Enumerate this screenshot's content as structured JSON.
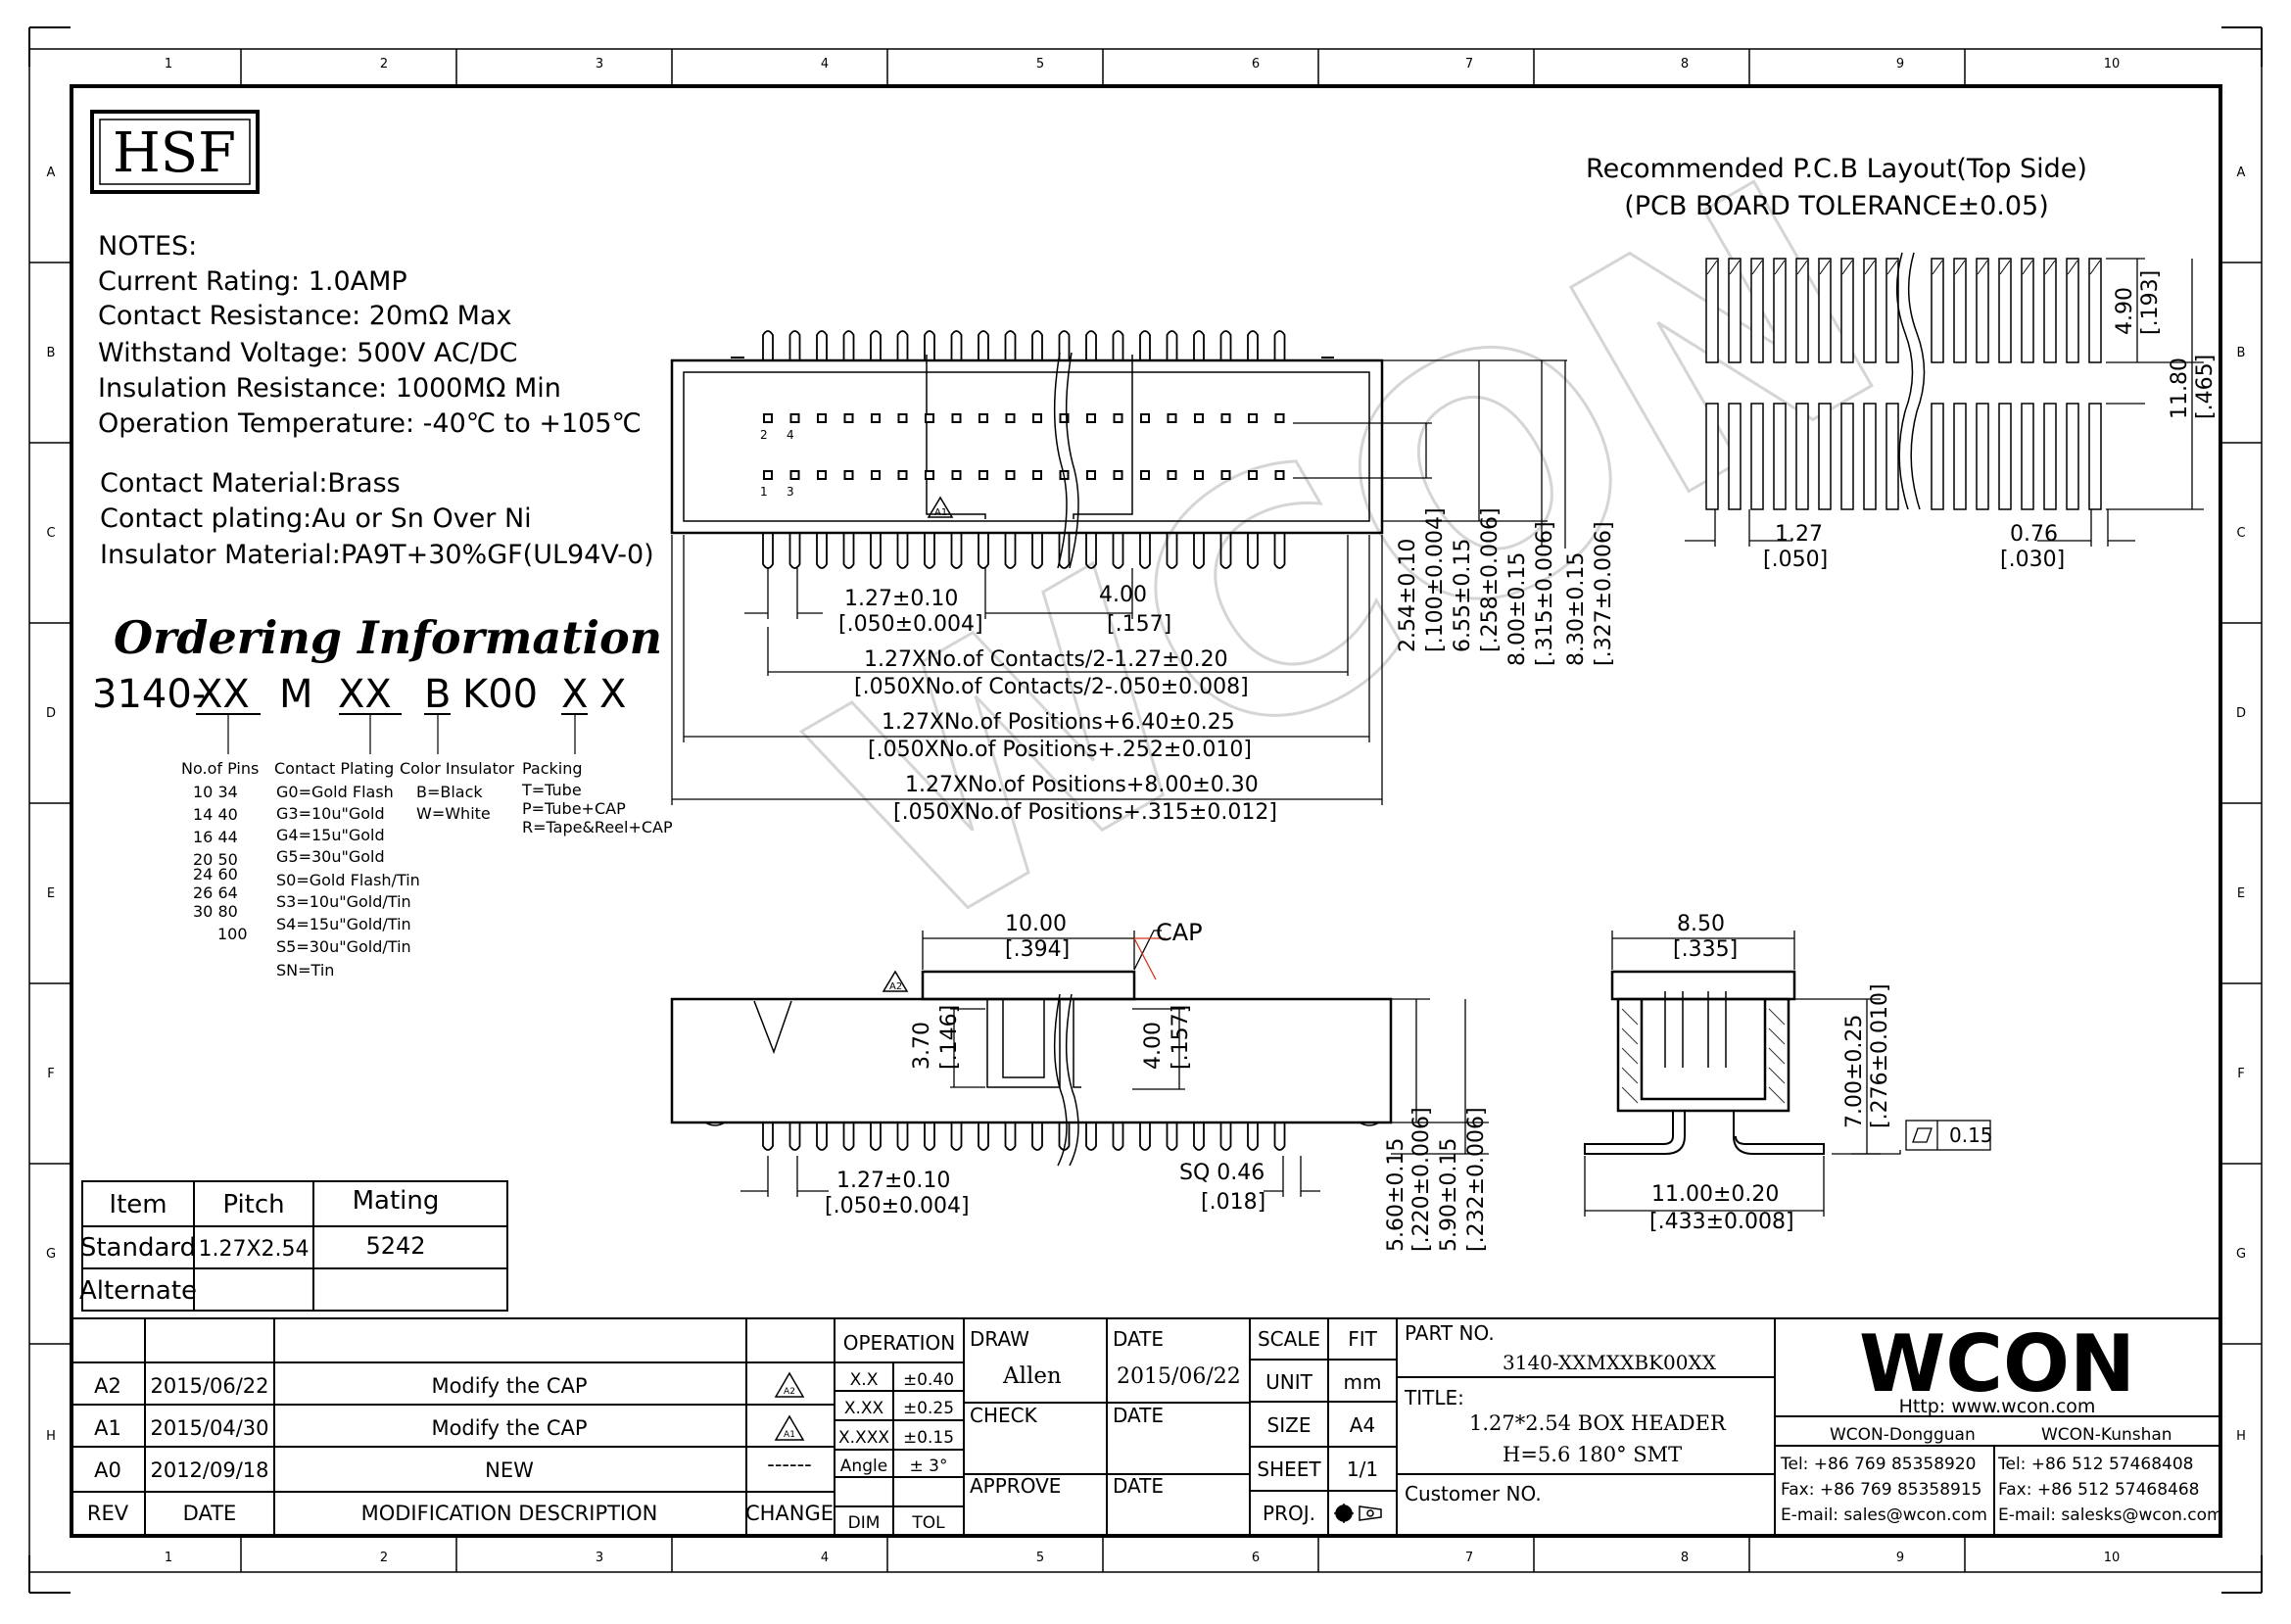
{
  "frame": {
    "columns": [
      "1",
      "2",
      "3",
      "4",
      "5",
      "6",
      "7",
      "8",
      "9",
      "10"
    ],
    "rows": [
      "A",
      "B",
      "C",
      "D",
      "E",
      "F",
      "G",
      "H"
    ]
  },
  "logo": "HSF",
  "notes": {
    "heading": "NOTES:",
    "lines": [
      "Current Rating: 1.0AMP",
      "Contact Resistance: 20mΩ Max",
      "Withstand Voltage: 500V AC/DC",
      "Insulation Resistance: 1000MΩ Min",
      "Operation Temperature: -40℃ to +105℃"
    ],
    "material_lines": [
      "Contact Material:Brass",
      "Contact plating:Au or Sn Over Ni",
      "Insulator Material:PA9T+30%GF(UL94V-0)"
    ]
  },
  "ordering": {
    "title": "Ordering Information",
    "code_parts": [
      "3140-",
      "XX",
      "M",
      "XX",
      "B",
      "K00",
      "X",
      "X"
    ],
    "pins": {
      "header": "No.of Pins",
      "values": [
        "10  34",
        "14  40",
        "16  44",
        "20  50",
        "24  60",
        "26  64",
        "30  80",
        "100"
      ]
    },
    "plating": {
      "header": "Contact Plating",
      "values": [
        "G0=Gold Flash",
        "G3=10u\"Gold",
        "G4=15u\"Gold",
        "G5=30u\"Gold",
        "S0=Gold Flash/Tin",
        "S3=10u\"Gold/Tin",
        "S4=15u\"Gold/Tin",
        "S5=30u\"Gold/Tin",
        "SN=Tin"
      ]
    },
    "color": {
      "header": "Color Insulator",
      "values": [
        "B=Black",
        "W=White"
      ]
    },
    "packing": {
      "header": "Packing",
      "values": [
        "T=Tube",
        "P=Tube+CAP",
        "R=Tape&Reel+CAP"
      ]
    }
  },
  "item_table": {
    "headers": [
      "Item",
      "Pitch",
      "Mating"
    ],
    "rows": [
      [
        "Standard",
        "1.27X2.54",
        "5242"
      ],
      [
        "Alternate",
        "",
        ""
      ]
    ]
  },
  "pcb_layout": {
    "title_line1": "Recommended P.C.B Layout(Top Side)",
    "title_line2": "(PCB BOARD TOLERANCE±0.05)",
    "dims": {
      "pad_len": "4.90",
      "pad_len_in": "[.193]",
      "span": "11.80",
      "span_in": "[.465]",
      "pitch": "1.27",
      "pitch_in": "[.050]",
      "pad_w": "0.76",
      "pad_w_in": "[.030]"
    }
  },
  "top_view": {
    "pin_labels": [
      "2",
      "4",
      "1",
      "3"
    ],
    "dims": {
      "pitch": "1.27±0.10",
      "pitch_in": "[.050±0.004]",
      "d400": "4.00",
      "d400_in": "[.157]",
      "contacts": "1.27XNo.of Contacts/2-1.27±0.20",
      "contacts_in": "[.050XNo.of Contacts/2-.050±0.008]",
      "positions640": "1.27XNo.of Positions+6.40±0.25",
      "positions640_in": "[.050XNo.of Positions+.252±0.010]",
      "positions800": "1.27XNo.of Positions+8.00±0.30",
      "positions800_in": "[.050XNo.of Positions+.315±0.012]",
      "v254": "2.54±0.10",
      "v254_in": "[.100±0.004]",
      "v655": "6.55±0.15",
      "v655_in": "[.258±0.006]",
      "v800": "8.00±0.15",
      "v800_in": "[.315±0.006]",
      "v830": "8.30±0.15",
      "v830_in": "[.327±0.006]"
    },
    "rev_mark": "A1"
  },
  "front_view": {
    "cap_label": "CAP",
    "rev_mark": "A2",
    "dims": {
      "d1000": "10.00",
      "d1000_in": "[.394]",
      "d370": "3.70",
      "d370_in": "[.146]",
      "d400": "4.00",
      "d400_in": "[.157]",
      "pitch": "1.27±0.10",
      "pitch_in": "[.050±0.004]",
      "sq": "SQ 0.46",
      "sq_in": "[.018]",
      "h560": "5.60±0.15",
      "h560_in": "[.220±0.006]",
      "h590": "5.90±0.15",
      "h590_in": "[.232±0.006]"
    }
  },
  "side_view": {
    "dims": {
      "w850": "8.50",
      "w850_in": "[.335]",
      "h700": "7.00±0.25",
      "h700_in": "[.276±0.010]",
      "w1100": "11.00±0.20",
      "w1100_in": "[.433±0.008]",
      "flatness": "0.15"
    }
  },
  "watermark": "WCON",
  "revision_block": {
    "rows": [
      {
        "rev": "A2",
        "date": "2015/06/22",
        "desc": "Modify the CAP",
        "mark": "A2"
      },
      {
        "rev": "A1",
        "date": "2015/04/30",
        "desc": "Modify the CAP",
        "mark": "A1"
      },
      {
        "rev": "A0",
        "date": "2012/09/18",
        "desc": "NEW",
        "mark": "------"
      }
    ],
    "headers": {
      "rev": "REV",
      "date": "DATE",
      "desc": "MODIFICATION  DESCRIPTION",
      "change": "CHANGE"
    }
  },
  "tolerance_block": {
    "title": "OPERATION",
    "rows": [
      [
        "X.X",
        "±0.40"
      ],
      [
        "X.XX",
        "±0.25"
      ],
      [
        "X.XXX",
        "±0.15"
      ],
      [
        "Angle",
        "± 3°"
      ]
    ],
    "footer": [
      "DIM",
      "TOL"
    ]
  },
  "approval": {
    "draw_label": "DRAW",
    "draw_name": "Allen",
    "date_label": "DATE",
    "date_value": "2015/06/22",
    "check_label": "CHECK",
    "approve_label": "APPROVE"
  },
  "scale_block": {
    "rows": [
      [
        "SCALE",
        "FIT"
      ],
      [
        "UNIT",
        "mm"
      ],
      [
        "SIZE",
        "A4"
      ],
      [
        "SHEET",
        "1/1"
      ],
      [
        "PROJ.",
        ""
      ]
    ]
  },
  "part_block": {
    "part_label": "PART  NO.",
    "part_no": "3140-XXMXXBK00XX",
    "title_label": "TITLE:",
    "title_line1": "1.27*2.54 BOX HEADER",
    "title_line2": "H=5.6 180° SMT",
    "customer_label": "Customer  NO."
  },
  "company": {
    "logo": "WCON",
    "http": "Http: www.wcon.com",
    "left": {
      "name": "WCON-Dongguan",
      "tel": "Tel: +86 769 85358920",
      "fax": "Fax: +86 769 85358915",
      "email": "E-mail: sales@wcon.com"
    },
    "right": {
      "name": "WCON-Kunshan",
      "tel": "Tel: +86 512 57468408",
      "fax": "Fax: +86 512 57468468",
      "email": "E-mail: salesks@wcon.com"
    }
  }
}
